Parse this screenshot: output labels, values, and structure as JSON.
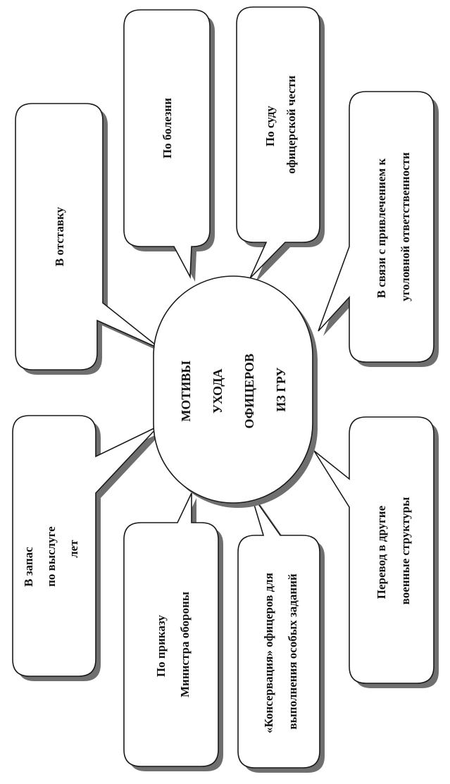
{
  "diagram": {
    "center": {
      "lines": [
        "МОТИВЫ",
        "УХОДА",
        "ОФИЦЕРОВ",
        "ИЗ ГРУ"
      ]
    },
    "callouts": [
      {
        "id": "otstavka",
        "lines": [
          "В отставку"
        ]
      },
      {
        "id": "bolezn",
        "lines": [
          "По болезни"
        ]
      },
      {
        "id": "sud-chesti",
        "lines": [
          "По суду",
          "офицерской чести"
        ]
      },
      {
        "id": "ugolovnaya",
        "lines": [
          "В связи с привлечением к",
          "уголовной ответственности"
        ]
      },
      {
        "id": "zapas",
        "lines": [
          "В запас",
          "по выслуге",
          "лет"
        ]
      },
      {
        "id": "prikaz",
        "lines": [
          "По приказу",
          "Министра обороны"
        ]
      },
      {
        "id": "konservaciya",
        "lines": [
          "«Консервация» офицеров для",
          "выполнения особых заданий"
        ]
      },
      {
        "id": "perevod",
        "lines": [
          "Перевод в другие",
          "военные структуры"
        ]
      }
    ],
    "colors": {
      "stroke": "#1a1a1a",
      "fill": "#ffffff",
      "shadow": "#6f6f6f",
      "text": "#111111"
    }
  }
}
